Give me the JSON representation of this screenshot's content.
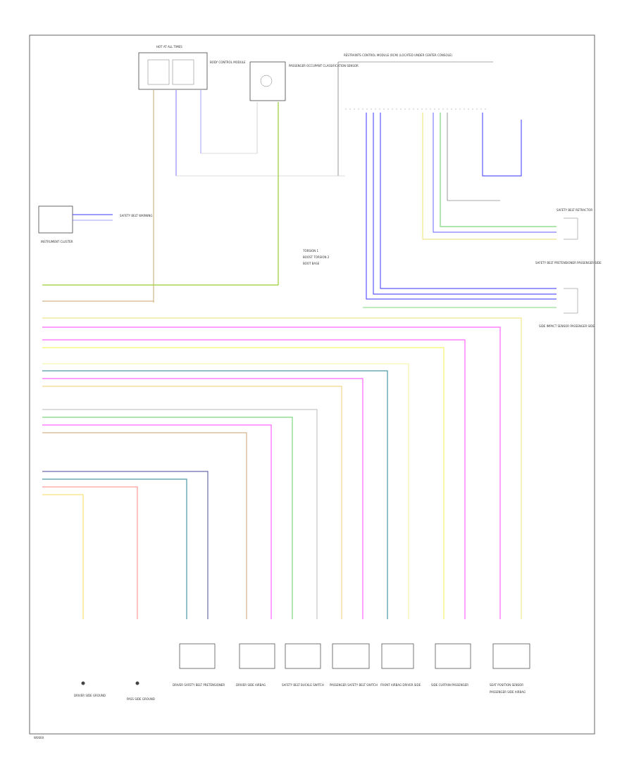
{
  "diagram": {
    "footer_code": "W0000",
    "legend": {
      "items": [
        "TORSION 1",
        "BOOST TORSION 2",
        "BOOT BASE"
      ]
    },
    "modules": {
      "top_left_module": {
        "header": "HOT AT ALL TIMES",
        "name": "BODY CONTROL MODULE"
      },
      "passenger_assist": {
        "name": "PASSENGER OCCUPANT CLASSIFICATION SENSOR"
      },
      "restraints_module": {
        "header": "RESTRAINTS CONTROL MODULE (RCM) (LOCATED UNDER CENTER CONSOLE)"
      },
      "instrument_cluster": {
        "name": "INSTRUMENT CLUSTER",
        "sub": "SAFETY BELT WARNING"
      },
      "right_top": {
        "name": "SAFETY BELT RETRACTOR"
      },
      "right_mid": {
        "name": "SAFETY BELT PRETENSIONER PASSENGER SIDE"
      },
      "right_low": {
        "name": "SIDE IMPACT SENSOR PASSENGER SIDE"
      }
    },
    "bottom_labels": [
      "DRIVER SIDE GROUND",
      "PASS SIDE GROUND",
      "DRIVER SAFETY BELT PRETENSIONER",
      "DRIVER SIDE AIRBAG",
      "SAFETY BELT BUCKLE SWITCH",
      "PASSENGER SAFETY BELT SWITCH",
      "FRONT AIRBAG DRIVER SIDE",
      "SIDE CURTAIN PASSENGER",
      "SEAT POSITION SENSOR",
      "PASSENGER SIDE AIRBAG"
    ]
  }
}
